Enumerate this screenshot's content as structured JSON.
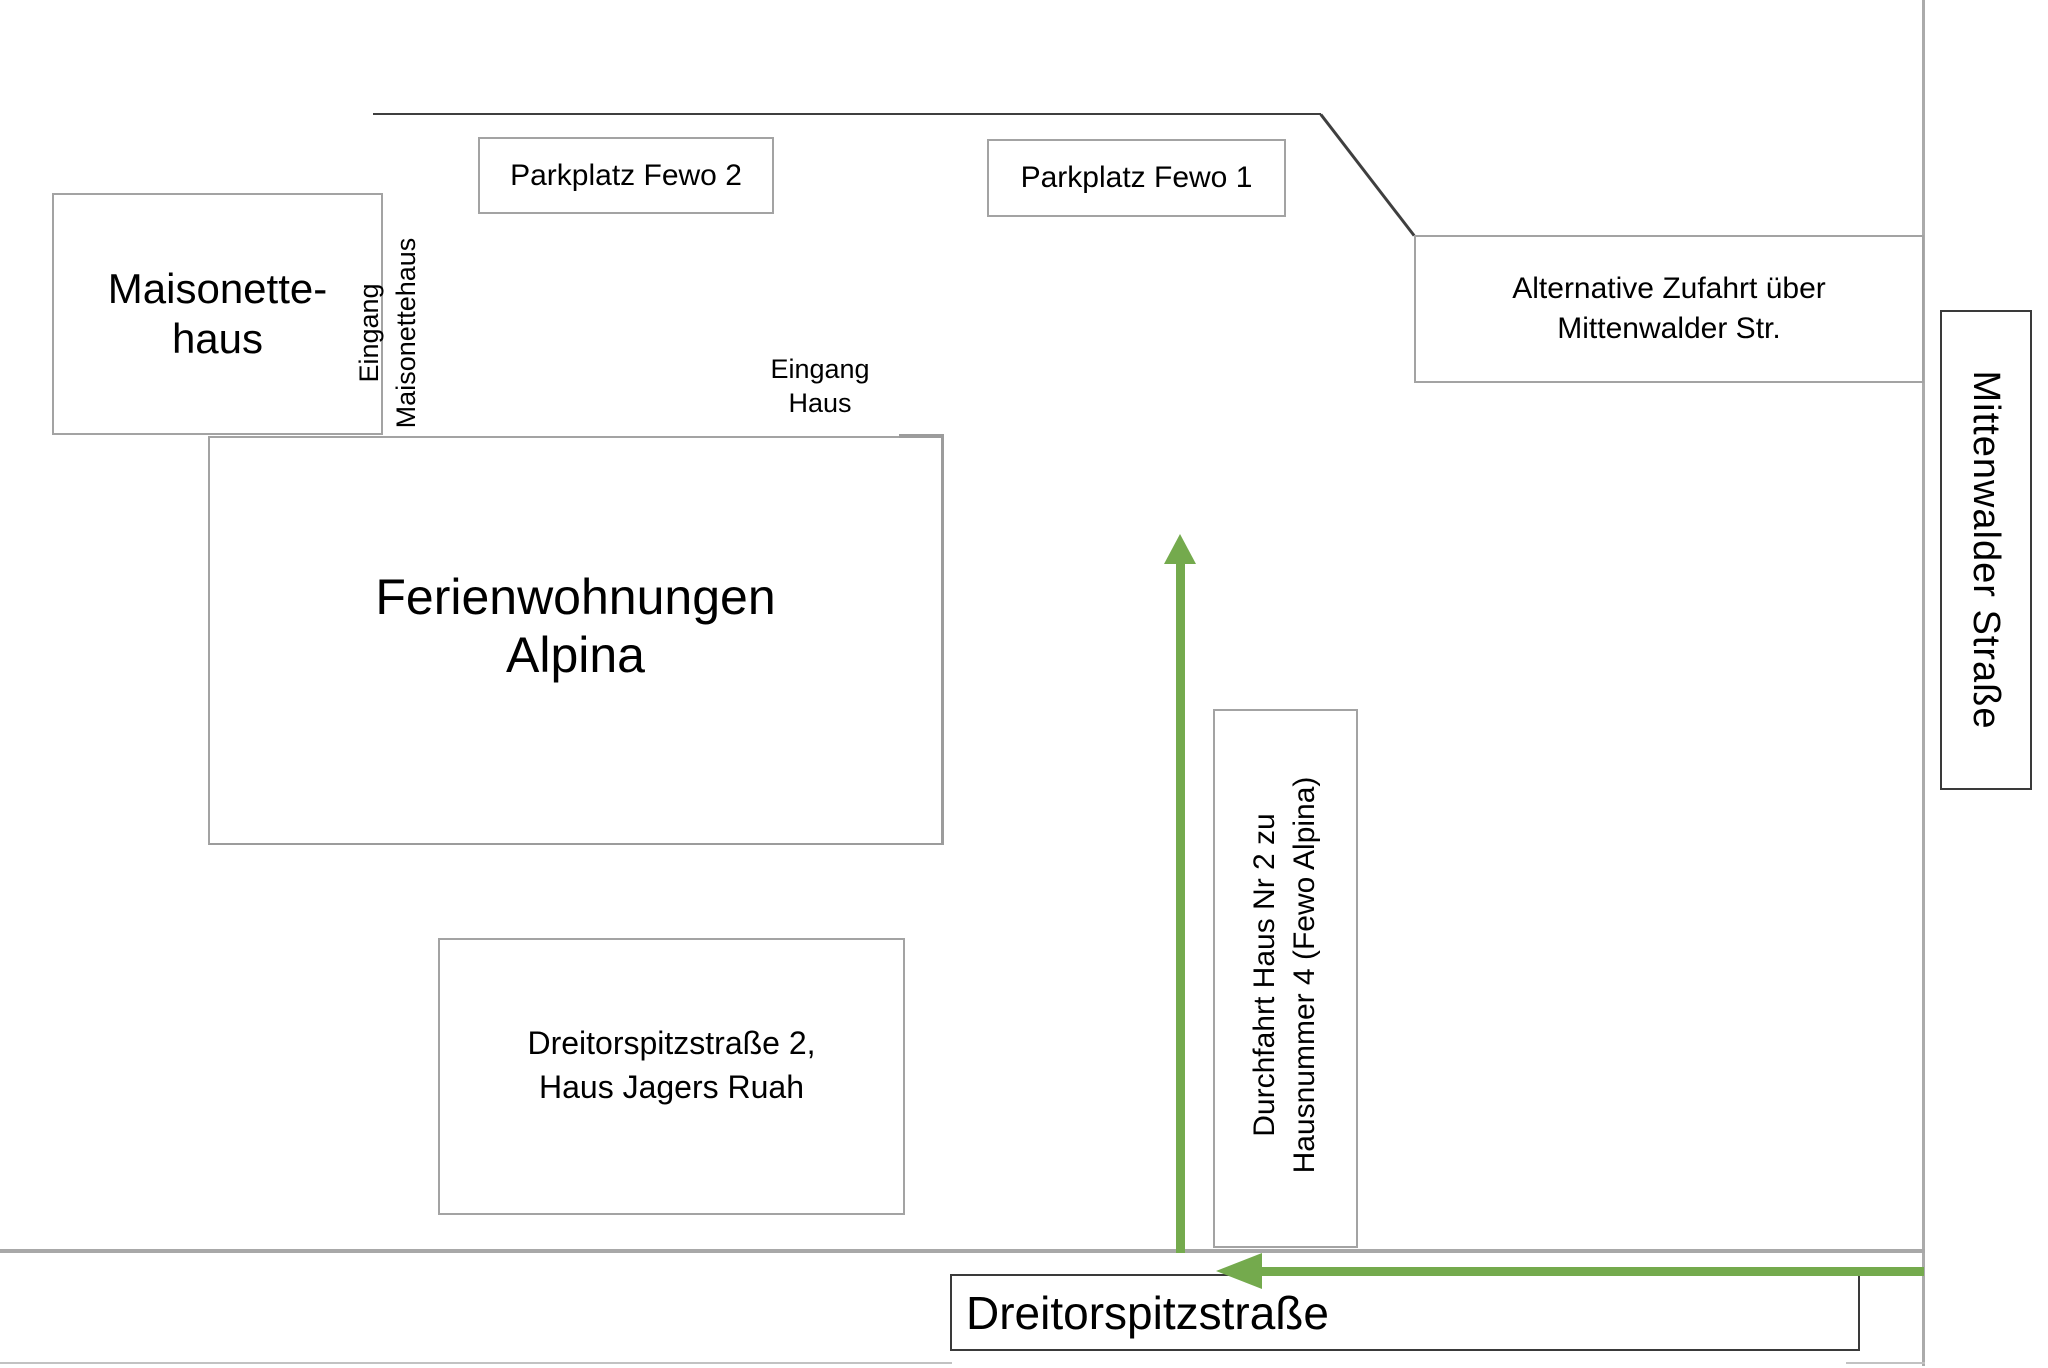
{
  "labels": {
    "parkplatz_fewo_2": "Parkplatz Fewo 2",
    "parkplatz_fewo_1": "Parkplatz Fewo 1",
    "maisonettehaus": "Maisonette-\nhaus",
    "eingang_maisonettehaus": "Eingang\nMaisonettehaus",
    "eingang_haus": "Eingang\nHaus",
    "ferienwohnungen_alpina": "Ferienwohnungen\nAlpina",
    "alternative_zufahrt": "Alternative Zufahrt über\nMittenwalder Str.",
    "mittenwalder_strasse": "Mittenwalder Straße",
    "dreitorspitzstrasse_haus": "Dreitorspitzstraße 2,\nHaus Jagers Ruah",
    "durchfahrt": "Durchfahrt Haus Nr 2 zu\nHausnummer 4 (Fewo Alpina)",
    "dreitorspitzstrasse_street": "Dreitorspitzstraße"
  },
  "colors": {
    "arrow_green": "#74aa4d",
    "box_border_gray": "#a3a3a3",
    "street_label_border_dark": "#3a3a3a",
    "property_line_dark": "#3f3f3f",
    "canvas_border_gray": "#ababab"
  }
}
